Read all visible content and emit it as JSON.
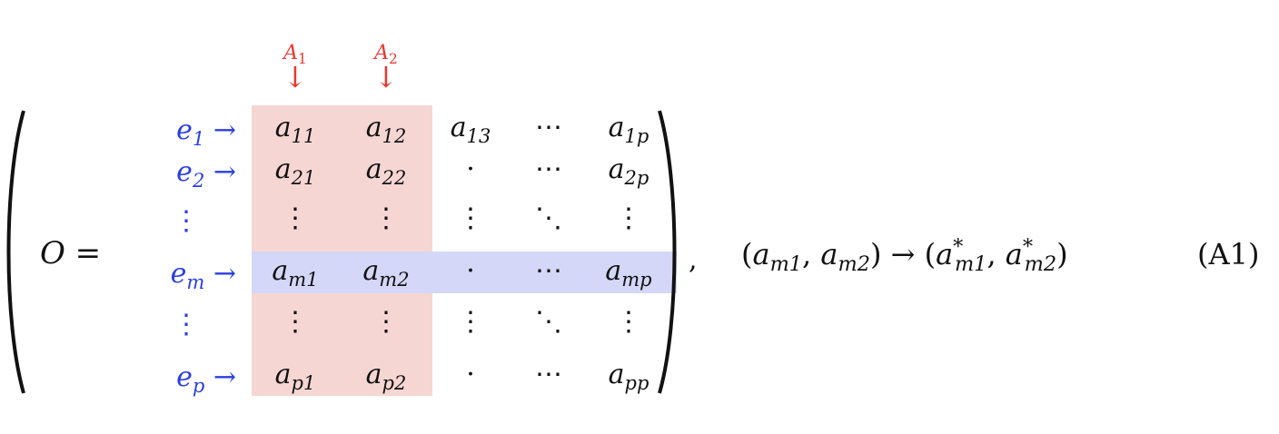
{
  "equation": {
    "lhs": "O =",
    "row_labels": [
      {
        "base": "e",
        "sub": "1",
        "arrow": "→"
      },
      {
        "base": "e",
        "sub": "2",
        "arrow": "→"
      },
      {
        "vdots": true
      },
      {
        "base": "e",
        "sub": "m",
        "arrow": "→"
      },
      {
        "vdots": true
      },
      {
        "base": "e",
        "sub": "p",
        "arrow": "→"
      }
    ],
    "column_annotations": [
      {
        "base": "A",
        "sub": "1",
        "arrow": "↓"
      },
      {
        "base": "A",
        "sub": "2",
        "arrow": "↓"
      }
    ],
    "matrix": [
      [
        {
          "b": "a",
          "s": "11"
        },
        {
          "b": "a",
          "s": "12"
        },
        {
          "b": "a",
          "s": "13"
        },
        {
          "t": "⋯"
        },
        {
          "b": "a",
          "s": "1p"
        }
      ],
      [
        {
          "b": "a",
          "s": "21"
        },
        {
          "b": "a",
          "s": "22"
        },
        {
          "t": "·"
        },
        {
          "t": "⋯"
        },
        {
          "b": "a",
          "s": "2p"
        }
      ],
      [
        {
          "v": "⋮"
        },
        {
          "v": "⋮"
        },
        {
          "v": "⋮"
        },
        {
          "t": "⋱"
        },
        {
          "v": "⋮"
        }
      ],
      [
        {
          "b": "a",
          "s": "m1"
        },
        {
          "b": "a",
          "s": "m2"
        },
        {
          "t": "·"
        },
        {
          "t": "⋯"
        },
        {
          "b": "a",
          "s": "mp"
        }
      ],
      [
        {
          "v": "⋮"
        },
        {
          "v": "⋮"
        },
        {
          "v": "⋮"
        },
        {
          "t": "⋱"
        },
        {
          "v": "⋮"
        }
      ],
      [
        {
          "b": "a",
          "s": "p1"
        },
        {
          "b": "a",
          "s": "p2"
        },
        {
          "t": "·"
        },
        {
          "t": "⋯"
        },
        {
          "b": "a",
          "s": "pp"
        }
      ]
    ],
    "trailing_comma": ",",
    "mapping": {
      "open": "(",
      "left": [
        {
          "b": "a",
          "s": "m1"
        },
        {
          "b": "a",
          "s": "m2"
        }
      ],
      "close": ")",
      "arrow": "→",
      "right": [
        {
          "b": "a",
          "s": "m1",
          "sup": "*"
        },
        {
          "b": "a",
          "s": "m2",
          "sup": "*"
        }
      ]
    },
    "label": "(A1)"
  },
  "colors": {
    "row_label": "#2a3fe0",
    "column_annotation": "#e63a2e",
    "column_highlight": "#f6d6d3",
    "row_highlight": "#d4d7f7"
  }
}
